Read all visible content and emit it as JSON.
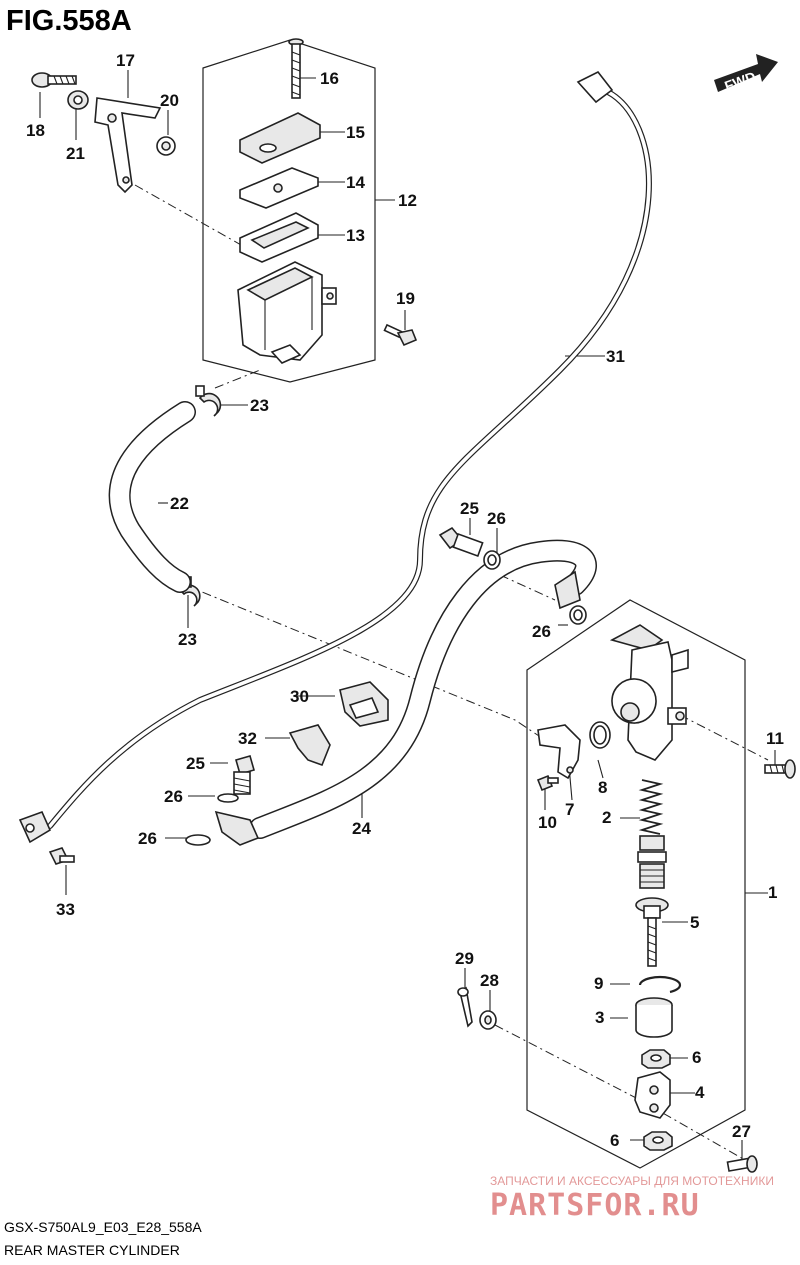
{
  "title": "FIG.558A",
  "footer": {
    "code": "GSX-S750AL9_E03_E28_558A",
    "name": "REAR MASTER CYLINDER"
  },
  "direction_label": "FWD",
  "watermark": {
    "line1": "ЗАПЧАСТИ И АКСЕССУАРЫ ДЛЯ МОТОТЕХНИКИ",
    "line2": "PARTSFOR.RU"
  },
  "callouts": [
    {
      "id": "c1",
      "label": "1"
    },
    {
      "id": "c2",
      "label": "2"
    },
    {
      "id": "c3",
      "label": "3"
    },
    {
      "id": "c4",
      "label": "4"
    },
    {
      "id": "c5",
      "label": "5"
    },
    {
      "id": "c6a",
      "label": "6"
    },
    {
      "id": "c6b",
      "label": "6"
    },
    {
      "id": "c7",
      "label": "7"
    },
    {
      "id": "c8",
      "label": "8"
    },
    {
      "id": "c9",
      "label": "9"
    },
    {
      "id": "c10",
      "label": "10"
    },
    {
      "id": "c11",
      "label": "11"
    },
    {
      "id": "c12",
      "label": "12"
    },
    {
      "id": "c13",
      "label": "13"
    },
    {
      "id": "c14",
      "label": "14"
    },
    {
      "id": "c15",
      "label": "15"
    },
    {
      "id": "c16",
      "label": "16"
    },
    {
      "id": "c17",
      "label": "17"
    },
    {
      "id": "c18",
      "label": "18"
    },
    {
      "id": "c19",
      "label": "19"
    },
    {
      "id": "c20",
      "label": "20"
    },
    {
      "id": "c21",
      "label": "21"
    },
    {
      "id": "c22",
      "label": "22"
    },
    {
      "id": "c23a",
      "label": "23"
    },
    {
      "id": "c23b",
      "label": "23"
    },
    {
      "id": "c24",
      "label": "24"
    },
    {
      "id": "c25a",
      "label": "25"
    },
    {
      "id": "c25b",
      "label": "25"
    },
    {
      "id": "c26a",
      "label": "26"
    },
    {
      "id": "c26b",
      "label": "26"
    },
    {
      "id": "c26c",
      "label": "26"
    },
    {
      "id": "c26d",
      "label": "26"
    },
    {
      "id": "c27",
      "label": "27"
    },
    {
      "id": "c28",
      "label": "28"
    },
    {
      "id": "c29",
      "label": "29"
    },
    {
      "id": "c30",
      "label": "30"
    },
    {
      "id": "c31",
      "label": "31"
    },
    {
      "id": "c32",
      "label": "32"
    },
    {
      "id": "c33",
      "label": "33"
    }
  ]
}
